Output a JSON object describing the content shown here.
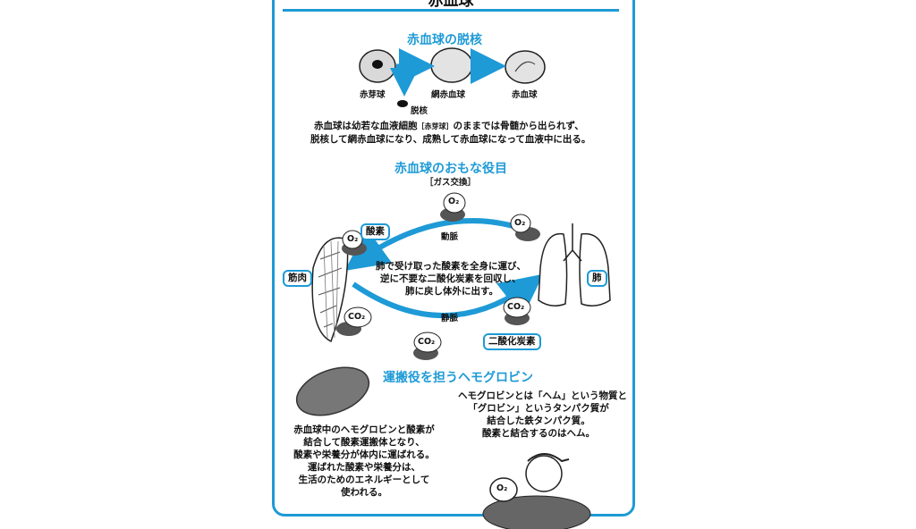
{
  "title": "赤血球",
  "section1": {
    "heading": "赤血球の脱核",
    "labels": [
      "赤芽球",
      "網赤血球",
      "赤血球"
    ],
    "nucleus_label": "脱核",
    "desc_line1_a": "赤血球は幼若な血液細胞",
    "desc_line1_paren": "［赤芽球］",
    "desc_line1_b": "のままでは骨髄から出られず、",
    "desc_line2": "脱核して網赤血球になり、成熟して赤血球になって血液中に出る。"
  },
  "section2": {
    "heading": "赤血球のおもな役目",
    "sub": "［ガス交換］",
    "artery": "動脈",
    "vein": "静脈",
    "center_line1": "肺で受け取った酸素を全身に運び、",
    "center_line2": "逆に不要な二酸化炭素を回収し、",
    "center_line3": "肺に戻し体外に出す。",
    "tag_muscle": "筋肉",
    "tag_lung": "肺",
    "tag_oxygen": "酸素",
    "tag_co2": "二酸化炭素",
    "o2": "O₂",
    "co2": "CO₂"
  },
  "section3": {
    "heading": "運搬役を担うヘモグロビン",
    "left_lines": [
      "赤血球中のヘモグロビンと酸素が",
      "結合して酸素運搬体となり、",
      "酸素や栄養分が体内に運ばれる。",
      "運ばれた酸素や栄養分は、",
      "生活のためのエネルギーとして",
      "使われる。"
    ],
    "right_lines": [
      "ヘモグロビンとは「ヘム」という物質と",
      "「グロビン」というタンパク質が",
      "結合した鉄タンパク質。",
      "酸素と結合するのはヘム。"
    ]
  },
  "colors": {
    "accent": "#1e9ad6",
    "cell_gray": "#d9d9d9",
    "dark_gray": "#555555"
  }
}
